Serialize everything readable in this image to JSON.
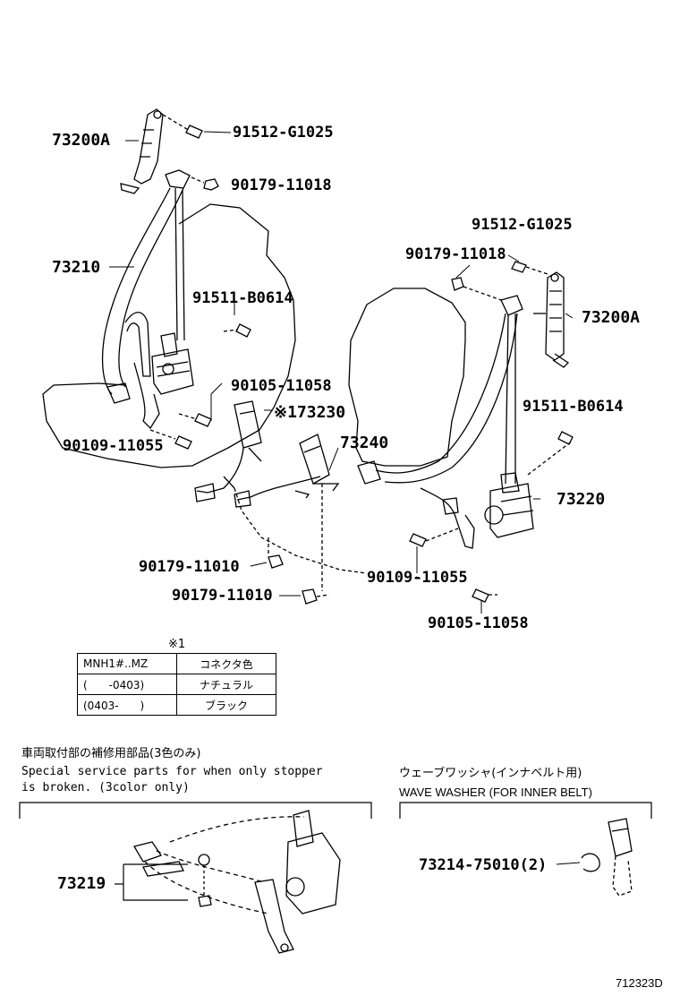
{
  "labels": {
    "p73200A_left": "73200A",
    "p91512_left": "91512-G1025",
    "p90179_11018_left": "90179-11018",
    "p73210": "73210",
    "p91511_left": "91511-B0614",
    "p90105_left": "90105-11058",
    "p173230": "※173230",
    "p90109_left": "90109-11055",
    "p73240": "73240",
    "p90179_11010_a": "90179-11010",
    "p90179_11010_b": "90179-11010",
    "p91512_right": "91512-G1025",
    "p90179_11018_right": "90179-11018",
    "p73200A_right": "73200A",
    "p91511_right": "91511-B0614",
    "p73220": "73220",
    "p90109_right": "90109-11055",
    "p90105_right": "90105-11058",
    "p73219": "73219",
    "p73214": "73214-75010(2)"
  },
  "table": {
    "mark": "※1",
    "header": [
      "MNH1#..MZ",
      "コネクタ色"
    ],
    "rows": [
      [
        "(　　-0403)",
        "ナチュラル"
      ],
      [
        "(0403-　　)",
        "ブラック"
      ]
    ]
  },
  "notes": {
    "jp_service": "車両取付部の補修用部品(3色のみ)",
    "en_service_1": "Special service parts for when only stopper",
    "en_service_2": " is broken. (3color only)",
    "jp_washer": "ウェーブワッシャ(インナベルト用)",
    "en_washer": "WAVE WASHER (FOR INNER BELT)"
  },
  "footer": {
    "code": "712323D"
  }
}
